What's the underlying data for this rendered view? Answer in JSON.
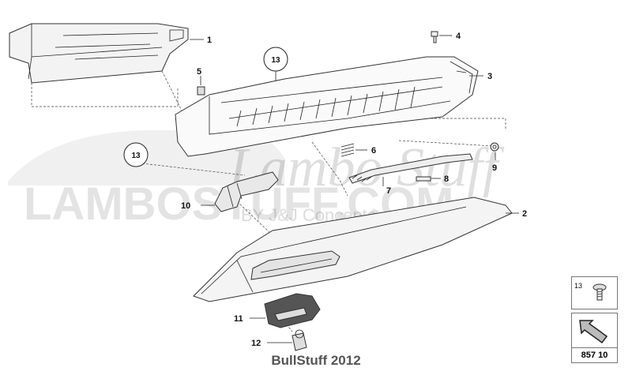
{
  "watermark": {
    "logo_text": "LAMBOSTUFF.COM",
    "script_text": "Lambo Stuff",
    "subtitle": "BY J&J Concepts"
  },
  "callouts": [
    "1",
    "2",
    "3",
    "4",
    "5",
    "6",
    "7",
    "8",
    "9",
    "10",
    "11",
    "12"
  ],
  "circled_refs": [
    "13",
    "13"
  ],
  "hardware_box": {
    "number": "13",
    "icon": "screw-icon"
  },
  "page_box": {
    "number": "857 10",
    "icon": "arrow-icon"
  },
  "copyright": "BullStuff 2012"
}
